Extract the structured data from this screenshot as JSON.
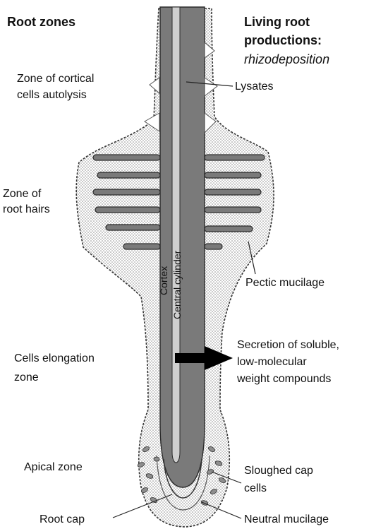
{
  "headings": {
    "root_zones": "Root zones",
    "living_root_line1": "Living root",
    "living_root_line2": "productions:",
    "rhizodeposition": "rhizodeposition"
  },
  "zones": {
    "cortical_autolysis_line1": "Zone of cortical",
    "cortical_autolysis_line2": "cells autolysis",
    "root_hairs_line1": "Zone of",
    "root_hairs_line2": "root hairs",
    "elongation_line1": "Cells elongation",
    "elongation_line2": "zone",
    "apical": "Apical zone",
    "root_cap": "Root cap"
  },
  "productions": {
    "lysates": "Lysates",
    "pectic_mucilage": "Pectic mucilage",
    "secretion_line1": "Secretion of soluble,",
    "secretion_line2": "low-molecular",
    "secretion_line3": "weight compounds",
    "sloughed_line1": "Sloughed cap",
    "sloughed_line2": "cells",
    "neutral_mucilage": "Neutral mucilage"
  },
  "tissues": {
    "cortex": "Cortex",
    "central_cylinder": "Central cylinder"
  },
  "colors": {
    "cortex": "#7a7a7a",
    "central_cylinder": "#cfcfcf",
    "mucilage_dots": "#8a8a8a",
    "outline": "#333333"
  }
}
